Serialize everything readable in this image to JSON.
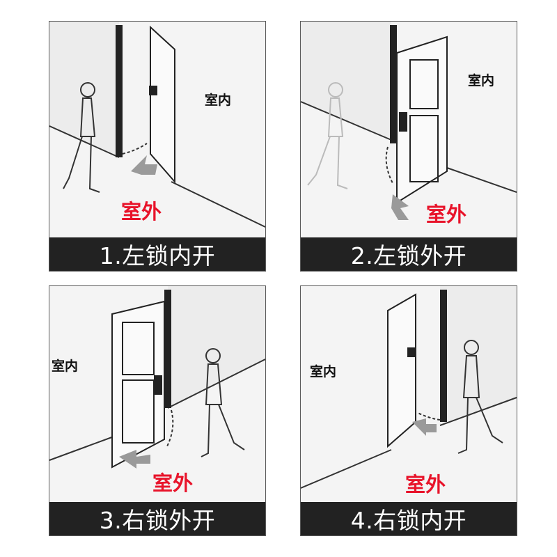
{
  "colors": {
    "outdoor_text": "#e8132a",
    "caption_bar": "#222222",
    "caption_text": "#ffffff",
    "arrow": "#9a9a9a"
  },
  "panels": [
    {
      "indoor": "室内",
      "outdoor": "室外",
      "caption": "1.左锁内开"
    },
    {
      "indoor": "室内",
      "outdoor": "室外",
      "caption": "2.左锁外开"
    },
    {
      "indoor": "室内",
      "outdoor": "室外",
      "caption": "3.右锁外开"
    },
    {
      "indoor": "室内",
      "outdoor": "室外",
      "caption": "4.右锁内开"
    }
  ]
}
